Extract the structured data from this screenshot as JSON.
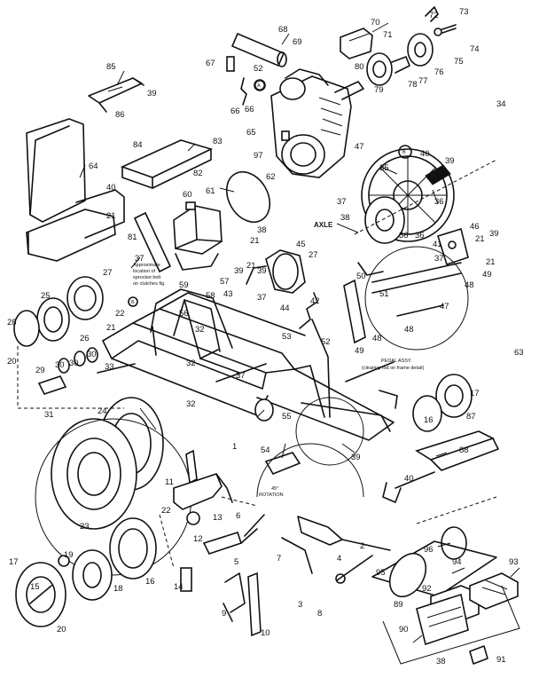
{
  "diagram": {
    "notes": {
      "sprocket_note_line1": "Approximate",
      "sprocket_note_line2": "location of",
      "sprocket_note_line3": "sprocket bolt",
      "sprocket_note_line4": "on clutches fig.",
      "sprocket_note_ref": "B",
      "pedal_assy_line1": "PEDAL ASSY.",
      "pedal_assy_line2": "(clearing rod on frame detail)",
      "rotation_line1": "45°",
      "rotation_line2": "ROTATION",
      "axle_label": "AXLE",
      "detail_a": "A",
      "detail_b": "B"
    },
    "callouts": [
      {
        "id": "c1",
        "text": "1"
      },
      {
        "id": "c2",
        "text": "2"
      },
      {
        "id": "c3",
        "text": "3"
      },
      {
        "id": "c4",
        "text": "4"
      },
      {
        "id": "c5",
        "text": "5"
      },
      {
        "id": "c6",
        "text": "6"
      },
      {
        "id": "c7",
        "text": "7"
      },
      {
        "id": "c8",
        "text": "8"
      },
      {
        "id": "c9",
        "text": "9"
      },
      {
        "id": "c10",
        "text": "10"
      },
      {
        "id": "c11",
        "text": "11"
      },
      {
        "id": "c12",
        "text": "12"
      },
      {
        "id": "c13",
        "text": "13"
      },
      {
        "id": "c14",
        "text": "14"
      },
      {
        "id": "c15",
        "text": "15"
      },
      {
        "id": "c16a",
        "text": "16"
      },
      {
        "id": "c16b",
        "text": "16"
      },
      {
        "id": "c17a",
        "text": "17"
      },
      {
        "id": "c17b",
        "text": "17"
      },
      {
        "id": "c18",
        "text": "18"
      },
      {
        "id": "c19",
        "text": "19"
      },
      {
        "id": "c20a",
        "text": "20"
      },
      {
        "id": "c20b",
        "text": "20"
      },
      {
        "id": "c21a",
        "text": "21"
      },
      {
        "id": "c21b",
        "text": "21"
      },
      {
        "id": "c21c",
        "text": "21"
      },
      {
        "id": "c21d",
        "text": "21"
      },
      {
        "id": "c21e",
        "text": "21"
      },
      {
        "id": "c21f",
        "text": "21"
      },
      {
        "id": "c22a",
        "text": "22"
      },
      {
        "id": "c22b",
        "text": "22"
      },
      {
        "id": "c23",
        "text": "23"
      },
      {
        "id": "c24",
        "text": "24"
      },
      {
        "id": "c25",
        "text": "25"
      },
      {
        "id": "c26",
        "text": "26"
      },
      {
        "id": "c27a",
        "text": "27"
      },
      {
        "id": "c27b",
        "text": "27"
      },
      {
        "id": "c28",
        "text": "28"
      },
      {
        "id": "c29",
        "text": "29"
      },
      {
        "id": "c30a",
        "text": "30"
      },
      {
        "id": "c30b",
        "text": "30"
      },
      {
        "id": "c30c",
        "text": "30"
      },
      {
        "id": "c31",
        "text": "31"
      },
      {
        "id": "c32a",
        "text": "32"
      },
      {
        "id": "c32b",
        "text": "32"
      },
      {
        "id": "c32c",
        "text": "32"
      },
      {
        "id": "c33",
        "text": "33"
      },
      {
        "id": "c34",
        "text": "34"
      },
      {
        "id": "c35",
        "text": "35"
      },
      {
        "id": "c36a",
        "text": "36"
      },
      {
        "id": "c36b",
        "text": "36"
      },
      {
        "id": "c36c",
        "text": "36"
      },
      {
        "id": "c37a",
        "text": "37"
      },
      {
        "id": "c37b",
        "text": "37"
      },
      {
        "id": "c37c",
        "text": "37"
      },
      {
        "id": "c37d",
        "text": "37"
      },
      {
        "id": "c37e",
        "text": "37"
      },
      {
        "id": "c38a",
        "text": "38"
      },
      {
        "id": "c38b",
        "text": "38"
      },
      {
        "id": "c38c",
        "text": "38"
      },
      {
        "id": "c39a",
        "text": "39"
      },
      {
        "id": "c39b",
        "text": "39"
      },
      {
        "id": "c39c",
        "text": "39"
      },
      {
        "id": "c39d",
        "text": "39"
      },
      {
        "id": "c39e",
        "text": "39"
      },
      {
        "id": "c39f",
        "text": "39"
      },
      {
        "id": "c40a",
        "text": "40"
      },
      {
        "id": "c40b",
        "text": "40"
      },
      {
        "id": "c40c",
        "text": "40"
      },
      {
        "id": "c41",
        "text": "41"
      },
      {
        "id": "c42",
        "text": "42"
      },
      {
        "id": "c43",
        "text": "43"
      },
      {
        "id": "c44",
        "text": "44"
      },
      {
        "id": "c45",
        "text": "45"
      },
      {
        "id": "c46",
        "text": "46"
      },
      {
        "id": "c47a",
        "text": "47"
      },
      {
        "id": "c47b",
        "text": "47"
      },
      {
        "id": "c48a",
        "text": "48"
      },
      {
        "id": "c48b",
        "text": "48"
      },
      {
        "id": "c48c",
        "text": "48"
      },
      {
        "id": "c49a",
        "text": "49"
      },
      {
        "id": "c49b",
        "text": "49"
      },
      {
        "id": "c50",
        "text": "50"
      },
      {
        "id": "c51",
        "text": "51"
      },
      {
        "id": "c52a",
        "text": "52"
      },
      {
        "id": "c52b",
        "text": "52"
      },
      {
        "id": "c53",
        "text": "53"
      },
      {
        "id": "c54",
        "text": "54"
      },
      {
        "id": "c55",
        "text": "55"
      },
      {
        "id": "c56",
        "text": "56"
      },
      {
        "id": "c57",
        "text": "57"
      },
      {
        "id": "c58",
        "text": "58"
      },
      {
        "id": "c59",
        "text": "59"
      },
      {
        "id": "c60",
        "text": "60"
      },
      {
        "id": "c61",
        "text": "61"
      },
      {
        "id": "c62",
        "text": "62"
      },
      {
        "id": "c63",
        "text": "63"
      },
      {
        "id": "c64",
        "text": "64"
      },
      {
        "id": "c65",
        "text": "65"
      },
      {
        "id": "c66a",
        "text": "66"
      },
      {
        "id": "c66b",
        "text": "66"
      },
      {
        "id": "c67",
        "text": "67"
      },
      {
        "id": "c68",
        "text": "68"
      },
      {
        "id": "c69",
        "text": "69"
      },
      {
        "id": "c70",
        "text": "70"
      },
      {
        "id": "c71",
        "text": "71"
      },
      {
        "id": "c72",
        "text": "72"
      },
      {
        "id": "c73",
        "text": "73"
      },
      {
        "id": "c74",
        "text": "74"
      },
      {
        "id": "c75",
        "text": "75"
      },
      {
        "id": "c76",
        "text": "76"
      },
      {
        "id": "c77",
        "text": "77"
      },
      {
        "id": "c78",
        "text": "78"
      },
      {
        "id": "c79",
        "text": "79"
      },
      {
        "id": "c80",
        "text": "80"
      },
      {
        "id": "c81",
        "text": "81"
      },
      {
        "id": "c82",
        "text": "82"
      },
      {
        "id": "c83",
        "text": "83"
      },
      {
        "id": "c84",
        "text": "84"
      },
      {
        "id": "c85",
        "text": "85"
      },
      {
        "id": "c86",
        "text": "86"
      },
      {
        "id": "c87",
        "text": "87"
      },
      {
        "id": "c88",
        "text": "88"
      },
      {
        "id": "c89",
        "text": "89"
      },
      {
        "id": "c90",
        "text": "90"
      },
      {
        "id": "c91",
        "text": "91"
      },
      {
        "id": "c92",
        "text": "92"
      },
      {
        "id": "c93",
        "text": "93"
      },
      {
        "id": "c94",
        "text": "94"
      },
      {
        "id": "c95",
        "text": "95"
      },
      {
        "id": "c96",
        "text": "96"
      },
      {
        "id": "c97",
        "text": "97"
      }
    ]
  }
}
